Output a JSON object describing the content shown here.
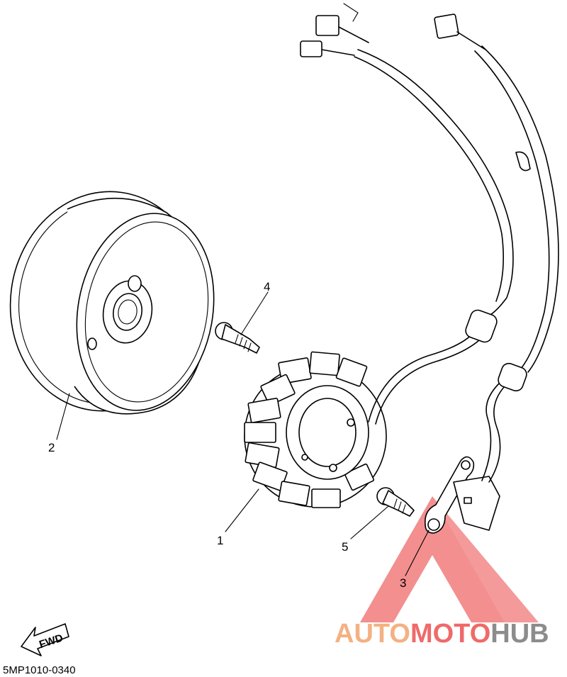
{
  "diagram": {
    "code": "5MP1010-0340",
    "fwd_label": "FWD",
    "callouts": {
      "c1": "1",
      "c2": "2",
      "c3": "3",
      "c4": "4",
      "c5": "5"
    }
  },
  "watermark": {
    "part1": "AUTO",
    "part2": "MOTO",
    "part3": "HUB",
    "colors": {
      "orange": "#f4b183",
      "red": "#ef6a6a",
      "gray": "#8c8c8c"
    }
  }
}
